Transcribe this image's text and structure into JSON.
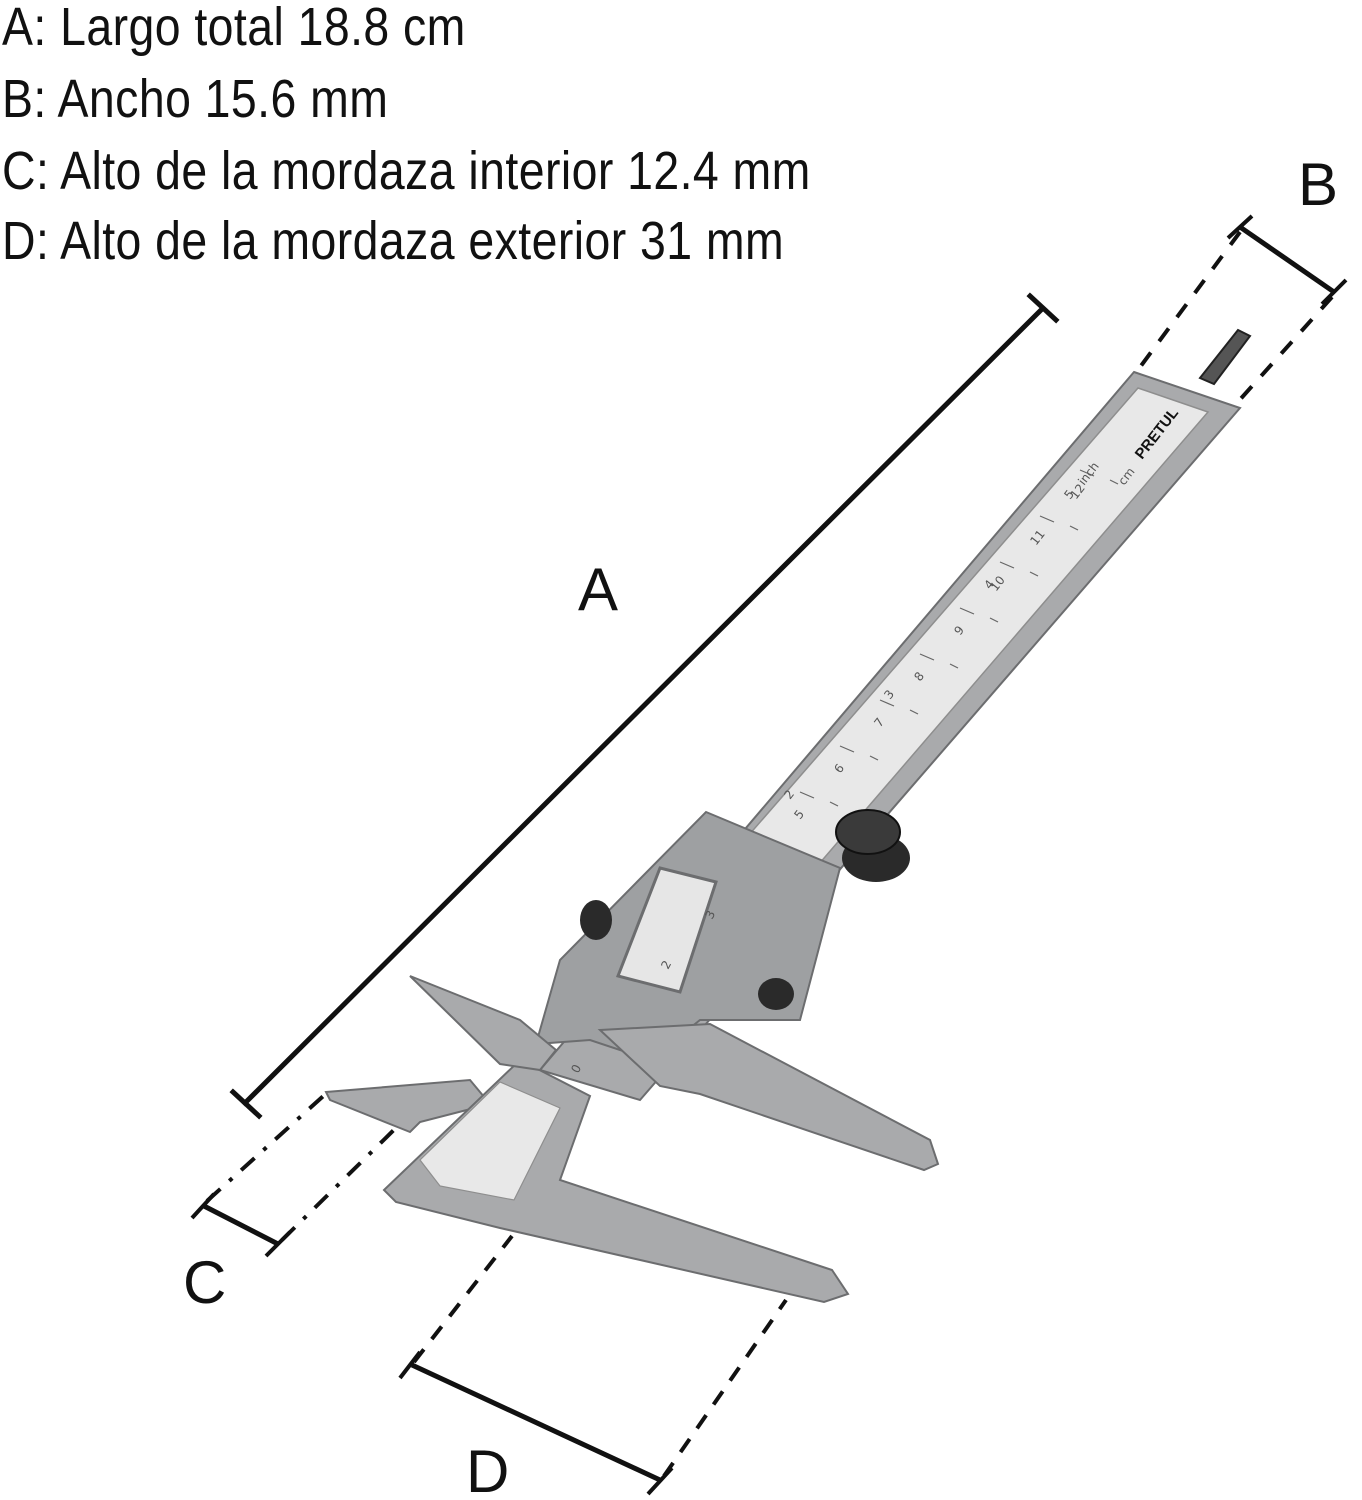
{
  "specs": [
    {
      "text": "A: Largo total 18.8 cm"
    },
    {
      "text": "B: Ancho 15.6 mm"
    },
    {
      "text": "C: Alto de la mordaza interior 12.4 mm"
    },
    {
      "text": "D: Alto de la mordaza exterior 31 mm"
    }
  ],
  "labels": {
    "a": "A",
    "b": "B",
    "c": "C",
    "d": "D"
  },
  "caliper": {
    "brand": "PRETUL",
    "units_top": "inch",
    "units_bottom": "cm",
    "cm_marks": [
      "5",
      "6",
      "7",
      "8",
      "9",
      "10",
      "11",
      "12"
    ],
    "inch_marks": [
      "2",
      "3",
      "4",
      "5"
    ],
    "vernier_marks": [
      "0",
      "2",
      "3"
    ]
  },
  "colors": {
    "line": "#111111",
    "metal": "#a9aaac",
    "metal_dark": "#7d7e80",
    "scale_plate": "#e6e6e6",
    "knob": "#2a2a2a"
  }
}
